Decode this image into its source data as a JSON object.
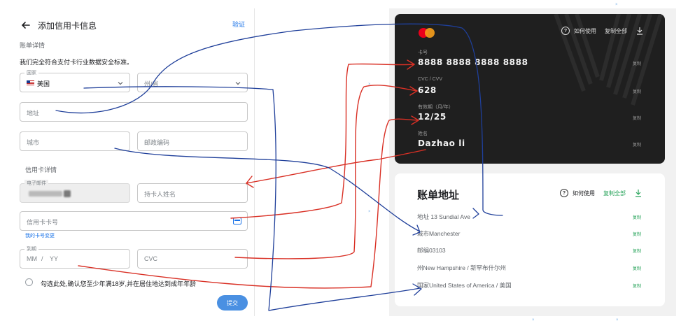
{
  "form": {
    "title": "添加信用卡信息",
    "verify": "验证",
    "billing_section": "账单详情",
    "compliance": "我们完全符合支付卡行业数据安全标准。",
    "country": {
      "label": "国家",
      "value": "美国"
    },
    "state": {
      "placeholder": "州/省"
    },
    "address": {
      "placeholder": "地址"
    },
    "city": {
      "placeholder": "城市"
    },
    "zip": {
      "placeholder": "邮政编码"
    },
    "card_section": "信用卡详情",
    "email": {
      "label": "电子邮件"
    },
    "cardholder": {
      "placeholder": "持卡人姓名"
    },
    "card_number": {
      "placeholder": "信用卡卡号"
    },
    "change_card": "我的卡号变更",
    "expiry": {
      "label": "到期",
      "mm": "MM",
      "slash": "/",
      "yy": "YY"
    },
    "cvc": {
      "placeholder": "CVC"
    },
    "consent": "勾选此处,确认您至少年满18岁,并在居住地达到成年年龄",
    "submit": "提交"
  },
  "card": {
    "help": "如何使用",
    "copy_all": "复制全部",
    "number_label": "卡号",
    "number": "8888 8888 8888 8888",
    "cvc_label": "CVC / CVV",
    "cvc": "628",
    "expiry_label": "有效期（月/年）",
    "expiry": "12/25",
    "name_label": "姓名",
    "name": "Dazhao li",
    "copy": "复制"
  },
  "billing": {
    "title": "账单地址",
    "help": "如何使用",
    "copy_all": "复制全部",
    "rows": [
      "地址 13 Sundial Ave",
      "城市Manchester",
      "邮编03103",
      "州New Hampshire / 新罕布什尔州",
      "国家United States of America / 美国"
    ],
    "copy": "复制"
  },
  "colors": {
    "accent_blue": "#1a73e8",
    "copy_green": "#27a35a",
    "card_bg": "#1f1f1f",
    "arrow_red": "#d93025",
    "arrow_blue": "#1f3f9a"
  },
  "icons": [
    "back-arrow-icon",
    "chevron-down-icon",
    "us-flag-icon",
    "card-icon",
    "mastercard-logo",
    "question-icon",
    "download-icon"
  ]
}
